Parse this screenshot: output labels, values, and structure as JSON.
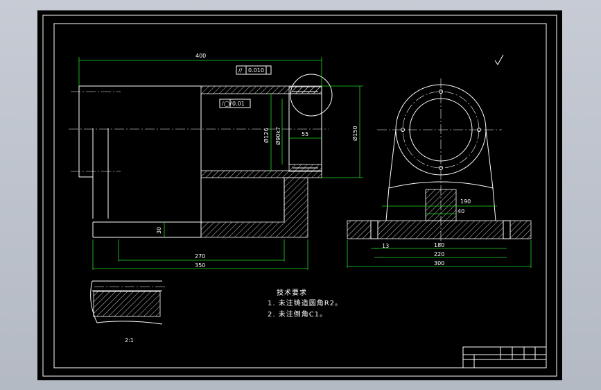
{
  "dimensions": {
    "length_400": "400",
    "diameter_126": "Ø126",
    "diameter_90k7": "Ø90k7",
    "diameter_150": "Ø150",
    "width_55": "55",
    "height_30": "30",
    "length_270": "270",
    "length_350": "350",
    "width_190": "190",
    "width_40": "40",
    "width_13": "13",
    "width_180": "180",
    "width_220": "220",
    "width_300": "300"
  },
  "tolerances": {
    "parallelism_value": "0.010",
    "cylindricity_value": "0.01"
  },
  "detail_scale": "2:1",
  "notes": {
    "title": "技术要求",
    "line1": "1. 未注铸造圆角R2。",
    "line2": "2. 未注倒角C1。"
  },
  "colors": {
    "outline": "#ffffff",
    "dimension": "#22dd22",
    "background": "#000000",
    "canvas": "#c0c5ce"
  }
}
